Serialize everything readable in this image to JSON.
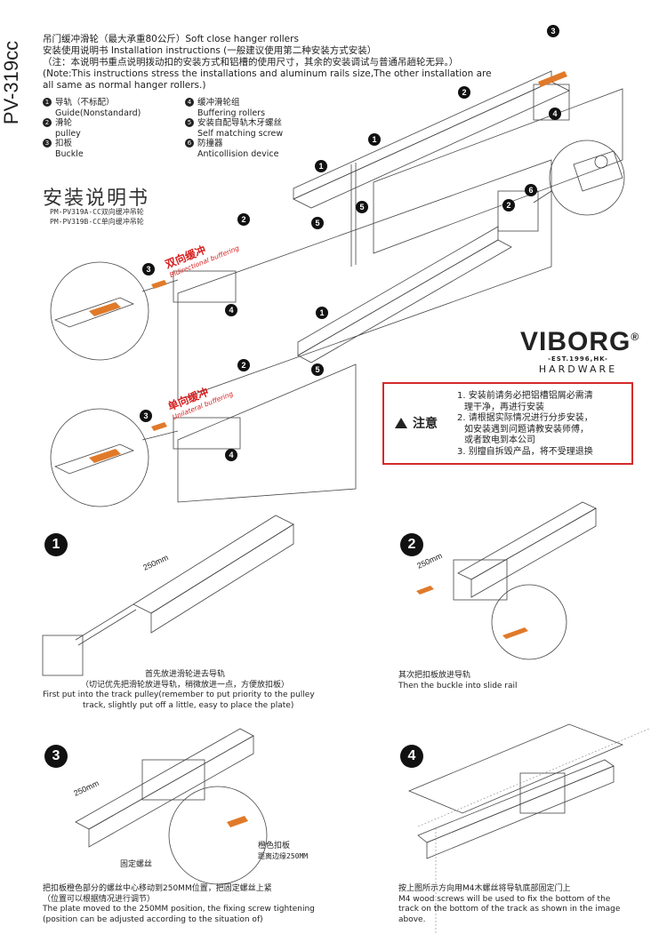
{
  "side_code": "PV-319cc",
  "intro": [
    "吊门缓冲滑轮（最大承重80公斤）Soft close hanger rollers",
    "安装使用说明书 Installation instructions (一般建议使用第二种安装方式安装）",
    "（注：本说明书重点说明拨动扣的安装方式和铝槽的使用尺寸，其余的安装调试与普通吊趟轮无异。）",
    "(Note:This instructions stress the installations and aluminum rails size,The other installation are",
    "all same as normal hanger rollers.)"
  ],
  "parts_left": [
    {
      "num": "1",
      "cn": "导轨（不标配）",
      "en": "Guide(Nonstandard)"
    },
    {
      "num": "2",
      "cn": "滑轮",
      "en": "pulley"
    },
    {
      "num": "3",
      "cn": "扣板",
      "en": "Buckle"
    }
  ],
  "parts_right": [
    {
      "num": "4",
      "cn": "缓冲滑轮组",
      "en": "Buffering rollers"
    },
    {
      "num": "5",
      "cn": "安装自配导轨木牙螺丝",
      "en": "Self matching screw"
    },
    {
      "num": "6",
      "cn": "防撞器",
      "en": "Anticollision device"
    }
  ],
  "title": "安装说明书",
  "models": [
    "PM-PV319A-CC双向缓冲吊轮",
    "PM-PV319B-CC单向缓冲吊轮"
  ],
  "diagram_labels": {
    "bidirectional_cn": "双向缓冲",
    "bidirectional_en": "Bidirectional buffering",
    "unilateral_cn": "单向缓冲",
    "unilateral_en": "Unilateral buffering"
  },
  "callouts": {
    "n1": "1",
    "n2": "2",
    "n3": "3",
    "n4": "4",
    "n5": "5",
    "n6": "6"
  },
  "brand": {
    "name": "VIBORG",
    "mark": "®",
    "est": "-EST.1996,HK-",
    "sub": "HARDWARE"
  },
  "notice": {
    "heading": "注意",
    "items": [
      "1. 安装前请务必把铝槽铝屑必需清",
      "   理干净，再进行安装",
      "2. 请根据实际情况进行分步安装，",
      "   如安装遇到问题请教安装师傅，",
      "   或者致电到本公司",
      "3. 别擅自拆毁产品，将不受理退换"
    ]
  },
  "steps": [
    {
      "num": "1",
      "dim": "250mm",
      "caption": [
        "首先放进滑轮进去导轨",
        "（切记优先把滑轮放进导轨，稍微放进一点，方便放扣板）",
        "First put into the track pulley(remember to put priority to the pulley",
        "track, slightly put off a little, easy to place the plate)"
      ]
    },
    {
      "num": "2",
      "dim": "250mm",
      "caption": [
        "其次把扣板放进导轨",
        "Then the buckle into slide rail"
      ]
    },
    {
      "num": "3",
      "dim": "250mm",
      "tags": {
        "orange": "橙色扣板",
        "distance": "距离边缘250MM",
        "screw": "固定螺丝"
      },
      "caption": [
        "把扣板橙色部分的螺丝中心移动到250MM位置，把固定螺丝上紧",
        "（位置可以根据情况进行调节）",
        "The plate moved to the 250MM position, the fixing screw tightening",
        "(position can be adjusted according to the situation of)"
      ]
    },
    {
      "num": "4",
      "caption": [
        "按上图所示方向用M4木螺丝将导轨底部固定门上",
        "M4 wood screws will be used to fix the bottom of the",
        "track on the bottom of the track as shown in the image",
        "above."
      ]
    }
  ],
  "colors": {
    "accent_red": "#d42a2a",
    "orange": "#e07a2a",
    "line": "#333333"
  }
}
